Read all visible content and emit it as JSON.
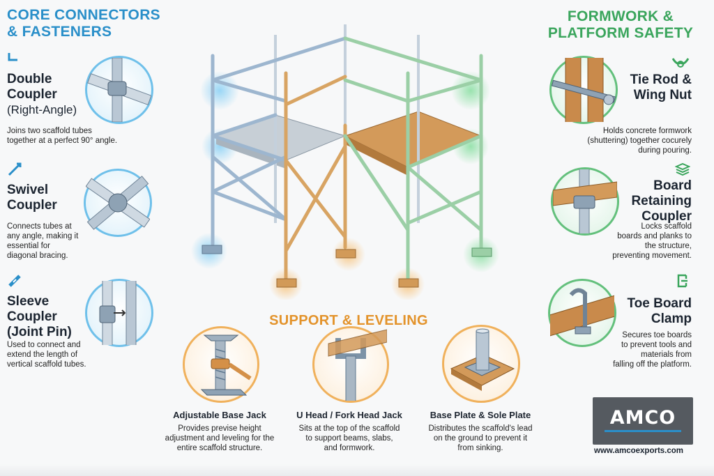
{
  "left_section": {
    "title_line1": "CORE CONNECTORS",
    "title_line2": "& FASTENERS",
    "items": [
      {
        "title_lines": [
          "Double",
          "Coupler",
          "(Right-Angle)"
        ],
        "desc_lines": [
          "Joins two scaffold tubes",
          "together at a perfect 90° angle."
        ],
        "icon": "double-coupler-icon"
      },
      {
        "title_lines": [
          "Swivel",
          "Coupler"
        ],
        "desc_lines": [
          "Connects tubes at",
          "any angle, making it",
          "essential for",
          "diagonal bracing."
        ],
        "icon": "swivel-coupler-icon"
      },
      {
        "title_lines": [
          "Sleeve",
          "Coupler",
          "(Joint Pin)"
        ],
        "desc_lines": [
          "Used to connect and",
          "extend the length of",
          "vertical scaffold tubes."
        ],
        "icon": "sleeve-coupler-icon"
      }
    ]
  },
  "right_section": {
    "title_line1": "FORMWORK &",
    "title_line2": "PLATFORM SAFETY",
    "items": [
      {
        "title_lines": [
          "Tie Rod &",
          "Wing Nut"
        ],
        "desc_lines": [
          "Holds concrete formwork",
          "(shuttering) together cocurely",
          "during pouring."
        ],
        "icon": "wing-nut-icon"
      },
      {
        "title_lines": [
          "Board",
          "Retaining",
          "Coupler"
        ],
        "desc_lines": [
          "Locks scaffold",
          "boards and planks to",
          "the structure,",
          "preventing movement."
        ],
        "icon": "board-stack-icon"
      },
      {
        "title_lines": [
          "Toe Board",
          "Clamp"
        ],
        "desc_lines": [
          "Secures toe boards",
          "to prevent tools and",
          "materials from",
          "falling off the platform."
        ],
        "icon": "clamp-icon"
      }
    ]
  },
  "bottom_section": {
    "title": "SUPPORT & LEVELING",
    "items": [
      {
        "title": "Adjustable Base Jack",
        "desc_lines": [
          "Provides previse height",
          "adjustment and leveling for the",
          "entire scaffold structure."
        ]
      },
      {
        "title": "U Head / Fork Head Jack",
        "desc_lines": [
          "Sits at the top of the scaffold",
          "to support beams, slabs,",
          "and formwork."
        ]
      },
      {
        "title": "Base Plate & Sole Plate",
        "desc_lines": [
          "Distributes the scaffold's lead",
          "on the ground to prevent it",
          "from sinking."
        ]
      }
    ]
  },
  "brand": {
    "logo_text": "AMCO",
    "url": "www.amcoexports.com"
  },
  "colors": {
    "blue": "#2a8fc9",
    "green": "#3aa55c",
    "orange": "#e3932b",
    "steel": "#9fb4c8",
    "wood": "#c98a4b"
  }
}
